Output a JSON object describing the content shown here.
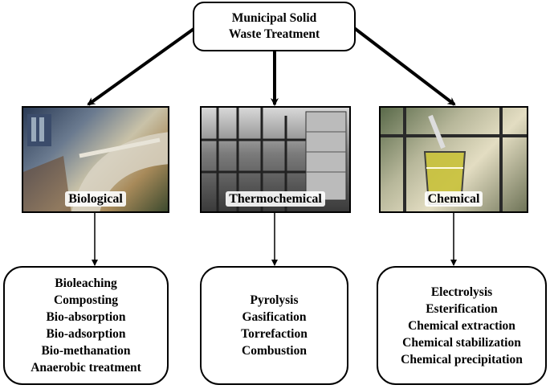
{
  "root": {
    "line1": "Municipal Solid",
    "line2": "Waste Treatment"
  },
  "categories": [
    {
      "label": "Biological",
      "items": [
        "Bioleaching",
        "Composting",
        "Bio-absorption",
        "Bio-adsorption",
        "Bio-methanation",
        "Anaerobic treatment"
      ]
    },
    {
      "label": "Thermochemical",
      "items": [
        "Pyrolysis",
        "Gasification",
        "Torrefaction",
        "Combustion"
      ]
    },
    {
      "label": "Chemical",
      "items": [
        "Electrolysis",
        "Esterification",
        "Chemical extraction",
        "Chemical stabilization",
        "Chemical precipitation"
      ]
    }
  ]
}
